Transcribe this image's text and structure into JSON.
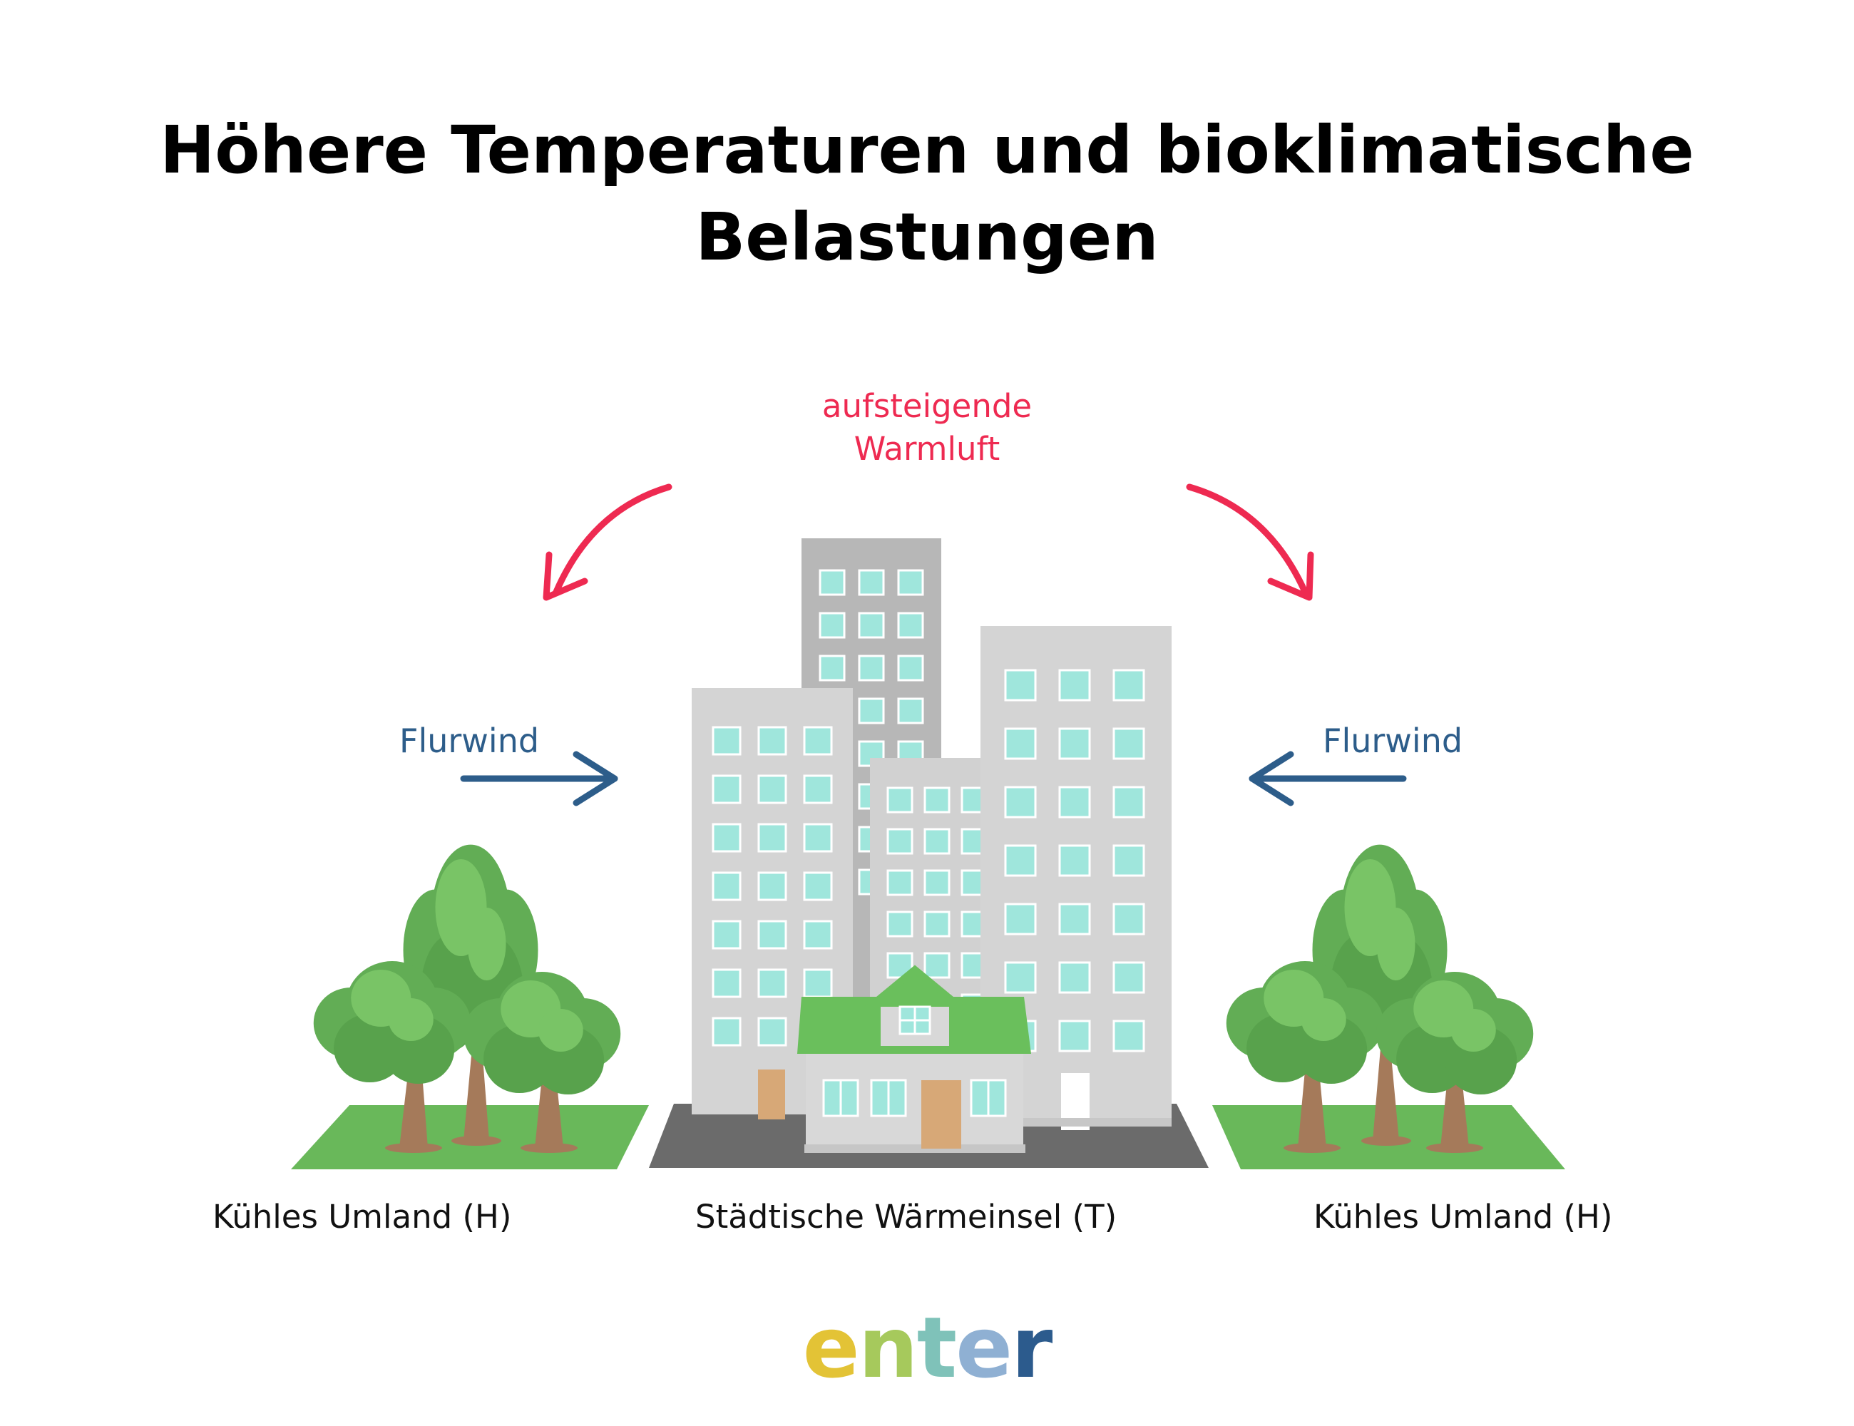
{
  "title": {
    "line1": "Höhere Temperaturen und bioklimatische",
    "line2": "Belastungen"
  },
  "warm_air": {
    "line1": "aufsteigende",
    "line2": "Warmluft"
  },
  "wind": {
    "left": "Flurwind",
    "right": "Flurwind"
  },
  "areas": {
    "left": "Kühles Umland (H)",
    "center": "Städtische Wärmeinsel (T)",
    "right": "Kühles Umland (H)"
  },
  "logo": {
    "letters": [
      "e",
      "n",
      "t",
      "e",
      "r"
    ],
    "colors": [
      "#e3c336",
      "#a6c95c",
      "#7fc2b9",
      "#8fb0d3",
      "#2c5b8d"
    ]
  },
  "colors": {
    "warm_arrow": "#ee2a51",
    "wind_arrow": "#2d5d8a",
    "grass": "#69b85a",
    "building": "#d4d4d4",
    "window": "#9fe6dc",
    "roof": "#6abf5c",
    "road": "#6b6b6b"
  }
}
